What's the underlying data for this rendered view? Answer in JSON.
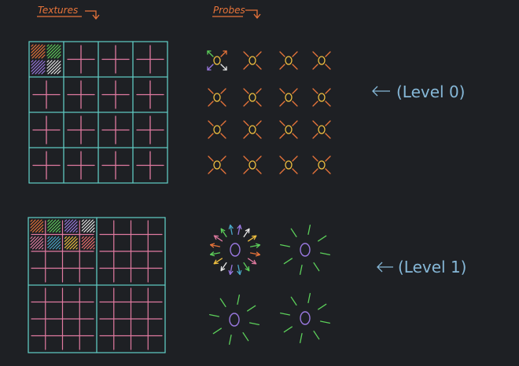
{
  "headers": {
    "textures": "Textures",
    "probes": "Probes"
  },
  "levels": [
    {
      "label": "(Level 0)"
    },
    {
      "label": "(Level 1)"
    }
  ],
  "arrows": {
    "left": "←"
  },
  "colors": {
    "background": "#1e2024",
    "grid_cyan": "#5fc8c0",
    "grid_pink": "#e07aa0",
    "header_orange": "#e8743a",
    "probe_yellow": "#f0c040",
    "probe_orange": "#e8743a",
    "probe_purple": "#9a78e0",
    "ray_green": "#5ccf5a",
    "label_blue": "#86b8d8",
    "hatch": [
      "#e8743a",
      "#5ccf5a",
      "#9a78e0",
      "#e8e8e8",
      "#e07aa0",
      "#4aa8c8",
      "#f0c040",
      "#f07070"
    ]
  }
}
